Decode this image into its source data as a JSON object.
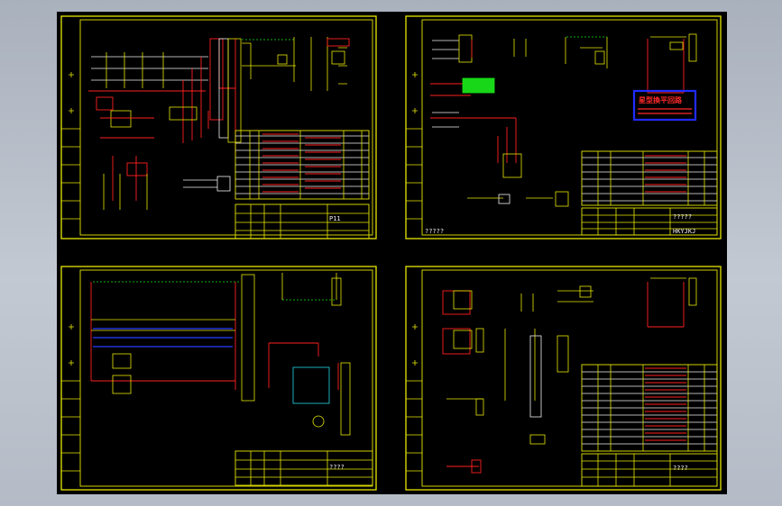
{
  "sheets": [
    {
      "id": "sheet-1",
      "sheet_label": "P11",
      "title_block_text": ""
    },
    {
      "id": "sheet-2",
      "sheet_label": "??????",
      "title_block_text": "?????",
      "footer_code": "HKYJKJ",
      "corner_code": "?????"
    },
    {
      "id": "sheet-3",
      "sheet_label": "????",
      "title_block_text": ""
    },
    {
      "id": "sheet-4",
      "sheet_label": "????",
      "title_block_text": ""
    }
  ],
  "note_box": {
    "title": "星型換平回路",
    "text": "星型換平回路"
  },
  "colors": {
    "background": "#000000",
    "frame": "#e6e600",
    "wire_red": "#ff2020",
    "wire_blue": "#2a3cff",
    "wire_green": "#19e619",
    "note_border": "#1f2bff",
    "viewport": "#b4bbc6"
  }
}
